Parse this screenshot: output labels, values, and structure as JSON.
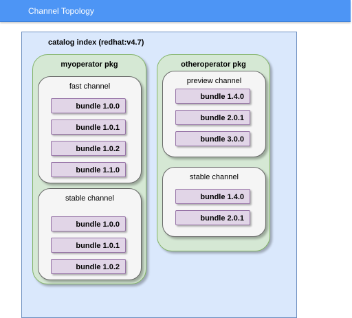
{
  "title": "Channel Topology",
  "catalog": {
    "label": "catalog index (redhat:v4.7)",
    "packages": [
      {
        "label": "myoperator pkg",
        "channels": [
          {
            "label": "fast channel",
            "bundles": [
              "bundle 1.0.0",
              "bundle 1.0.1",
              "bundle 1.0.2",
              "bundle 1.1.0"
            ]
          },
          {
            "label": "stable channel",
            "bundles": [
              "bundle 1.0.0",
              "bundle 1.0.1",
              "bundle 1.0.2"
            ]
          }
        ]
      },
      {
        "label": "otheroperator pkg",
        "channels": [
          {
            "label": "preview channel",
            "bundles": [
              "bundle 1.4.0",
              "bundle 2.0.1",
              "bundle 3.0.0"
            ]
          },
          {
            "label": "stable channel",
            "bundles": [
              "bundle 1.4.0",
              "bundle 2.0.1"
            ]
          }
        ]
      }
    ]
  },
  "colors": {
    "title_bar": "#4d95f5",
    "catalog_fill": "#dae8fc",
    "package_fill": "#d5e8d4",
    "channel_fill": "#f5f5f5",
    "bundle_fill": "#e1d5e7"
  }
}
